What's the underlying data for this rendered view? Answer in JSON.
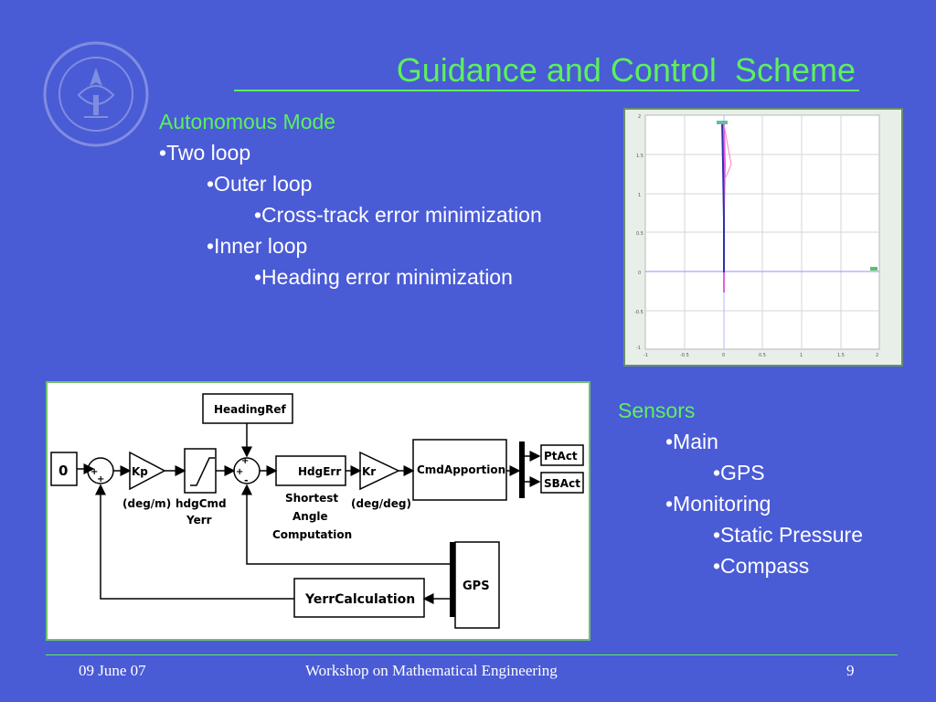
{
  "slide": {
    "title": "Guidance and Control  Scheme",
    "left_bullets": [
      {
        "text": "Autonomous Mode",
        "level": 0,
        "head": true
      },
      {
        "text": "•Two loop",
        "level": 1
      },
      {
        "text": "•Outer loop",
        "level": 2
      },
      {
        "text": "•Cross-track error minimization",
        "level": 3
      },
      {
        "text": "•Inner loop",
        "level": 2
      },
      {
        "text": "•Heading error minimization",
        "level": 3
      }
    ],
    "right_bullets": [
      {
        "text": "Sensors",
        "level": 0,
        "head": true
      },
      {
        "text": "•Main",
        "level": 2
      },
      {
        "text": "•GPS",
        "level": 3
      },
      {
        "text": "•Monitoring",
        "level": 2
      },
      {
        "text": "•Static Pressure",
        "level": 3
      },
      {
        "text": "•Compass",
        "level": 3
      }
    ]
  },
  "diagram": {
    "constant": "0",
    "heading_ref": "HeadingRef",
    "kp": "Kp",
    "kp_units": "(deg/m)",
    "hdgcmd_label_1": "hdgCmd",
    "hdgcmd_label_2": "Yerr",
    "hdgerr": "HdgErr",
    "shortest_1": "Shortest",
    "shortest_2": "Angle",
    "shortest_3": "Computation",
    "kr": "Kr",
    "kr_units": "(deg/deg)",
    "cmd": "CmdApportion",
    "ptact": "PtAct",
    "sbact": "SBAct",
    "gps": "GPS",
    "yerr_calc": "YerrCalculation",
    "plus": "+",
    "minus": "-"
  },
  "footer": {
    "date": "09 June 07",
    "workshop": "Workshop on Mathematical Engineering",
    "page": "9"
  },
  "colors": {
    "background": "#4a5bd6",
    "accent_green": "#5cf15c",
    "text_white": "#ffffff"
  }
}
